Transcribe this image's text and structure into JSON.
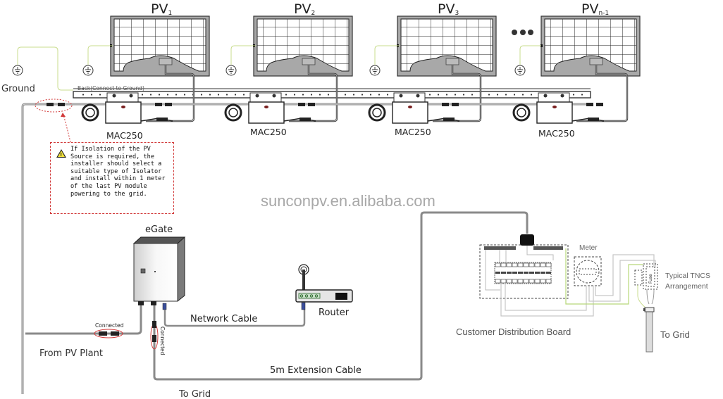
{
  "panels": [
    {
      "name": "PV",
      "sub": "1"
    },
    {
      "name": "PV",
      "sub": "2"
    },
    {
      "name": "PV",
      "sub": "3"
    },
    {
      "name": "PV",
      "sub": "n-1"
    }
  ],
  "microinverters": [
    "MAC250",
    "MAC250",
    "MAC250",
    "MAC250"
  ],
  "ground_label": "Ground",
  "rail_label": "Back(Connect to Ground)",
  "isolation_note": "If Isolation of the PV Source is required, the installer should select a suitable type of Isolator and install within 1 meter of the last PV module powering to the grid.",
  "watermark": "sunconpv.en.alibaba.com",
  "egate_label": "eGate",
  "router_label": "Router",
  "network_cable_label": "Network  Cable",
  "connected_label_h": "Connected",
  "connected_label_v": "Connected",
  "from_pv_label": "From  PV Plant",
  "to_grid_label_left": "To Grid",
  "extension_cable_label": "5m Extension Cable",
  "meter_label": "Meter",
  "distribution_board_label": "Customer  Distribution Board",
  "tncs_label_line1": "Typical TNCS",
  "tncs_label_line2": "Arrangement",
  "fuse_label": "Fuse",
  "to_grid_label_right": "To Grid",
  "colors": {
    "cable": "#8a8a8a",
    "ground_wire": "#c9dc8e",
    "highlight": "#d23b3b",
    "panel_frame": "#9a9a9a",
    "router_led": "#3e8e3e"
  }
}
